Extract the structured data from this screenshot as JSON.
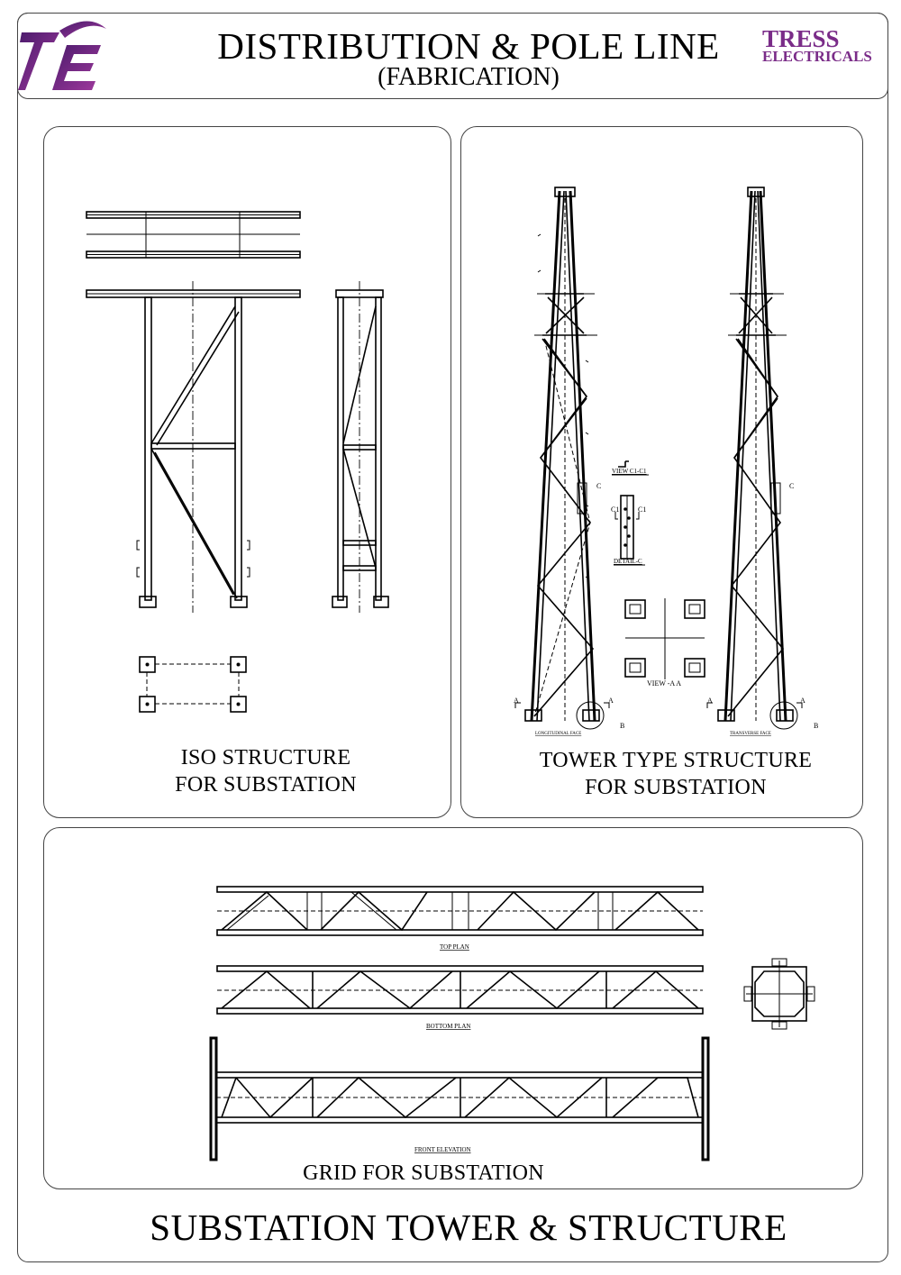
{
  "header": {
    "title": "DISTRIBUTION & POLE LINE",
    "subtitle": "(FABRICATION)",
    "brand_line1": "TRESS",
    "brand_line2": "ELECTRICALS",
    "logo_text": "TE",
    "brand_color": "#7a2c88"
  },
  "panels": {
    "iso": {
      "caption_line1": "ISO STRUCTURE",
      "caption_line2": "FOR SUBSTATION"
    },
    "tower": {
      "caption_line1": "TOWER TYPE STRUCTURE",
      "caption_line2": "FOR SUBSTATION",
      "labels": {
        "view_c1": "VIEW C1-C1",
        "detail_c": "DETAIL-C",
        "view_aa": "VIEW -A A",
        "longitudinal": "LONGITUDINAL FACE",
        "transverse": "TRANSVERSE FACE",
        "c1": "C1",
        "c": "C",
        "a": "A",
        "b": "B"
      }
    },
    "grid": {
      "caption": "GRID FOR SUBSTATION",
      "labels": {
        "top_plan": "TOP PLAN",
        "bottom_plan": "BOTTOM  PLAN",
        "front_elevation": "FRONT ELEVATION"
      }
    }
  },
  "footer": {
    "title": "SUBSTATION TOWER & STRUCTURE"
  }
}
